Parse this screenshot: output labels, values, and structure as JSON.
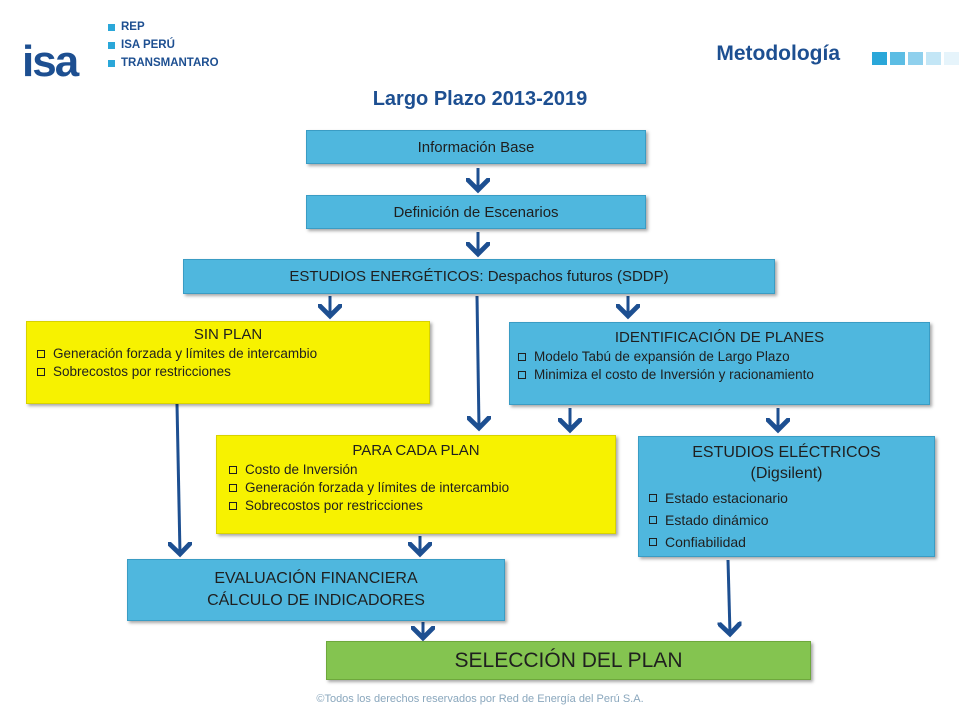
{
  "header": {
    "logo_text": "isa",
    "brands": [
      "REP",
      "ISA PERÚ",
      "TRANSMANTARO"
    ],
    "heading": "Metodología",
    "subtitle": "Largo Plazo 2013-2019"
  },
  "boxes": {
    "info_base": "Información Base",
    "escenarios": "Definición de Escenarios",
    "energeticos": "ESTUDIOS ENERGÉTICOS: Despachos futuros (SDDP)",
    "sin_plan": {
      "title": "SIN PLAN",
      "items": [
        "Generación forzada y límites de intercambio",
        "Sobrecostos por restricciones"
      ]
    },
    "identificacion": {
      "title": "IDENTIFICACIÓN DE PLANES",
      "items": [
        "Modelo Tabú de expansión de Largo Plazo",
        "Minimiza el costo de Inversión y racionamiento"
      ]
    },
    "para_cada": {
      "title": "PARA CADA PLAN",
      "items": [
        "Costo de Inversión",
        "Generación forzada y límites de intercambio",
        "Sobrecostos por restricciones"
      ]
    },
    "electricos": {
      "title_line1": "ESTUDIOS ELÉCTRICOS",
      "title_line2": "(Digsilent)",
      "items": [
        "Estado estacionario",
        "Estado dinámico",
        "Confiabilidad"
      ]
    },
    "evaluacion": {
      "line1": "EVALUACIÓN FINANCIERA",
      "line2": "CÁLCULO DE INDICADORES"
    },
    "seleccion": "SELECCIÓN DEL PLAN"
  },
  "footer": "©Todos los derechos reservados por Red de Energía del Perú S.A.",
  "colors": {
    "blue_box": "#4fb7de",
    "yellow_box": "#f7f200",
    "green_box": "#84c450",
    "arrow": "#1d4f91",
    "title_text": "#1d4f91"
  }
}
